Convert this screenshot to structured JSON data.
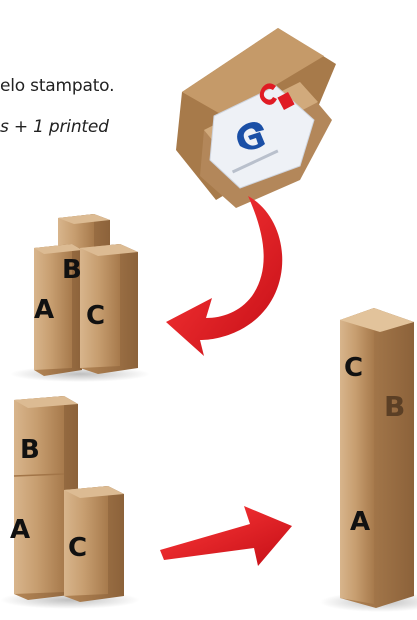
{
  "text": {
    "line1": "elo stampato.",
    "line2": "s + 1 printed"
  },
  "labels": {
    "group1": {
      "a": "A",
      "b": "B",
      "c": "C"
    },
    "group2": {
      "a": "A",
      "b": "B",
      "c": "C"
    },
    "group3": {
      "a": "A",
      "b": "B",
      "c": "C"
    }
  },
  "colors": {
    "cardboard": "#c39a6b",
    "cardboard_dark": "#9e7549",
    "cardboard_light": "#d9b68b",
    "arrow_red": "#e01b24"
  },
  "icons": {
    "flat_pack": "flat-cardboard-pack-image",
    "arrow_curved": "curved-arrow-icon",
    "arrow_straight": "straight-arrow-icon"
  }
}
